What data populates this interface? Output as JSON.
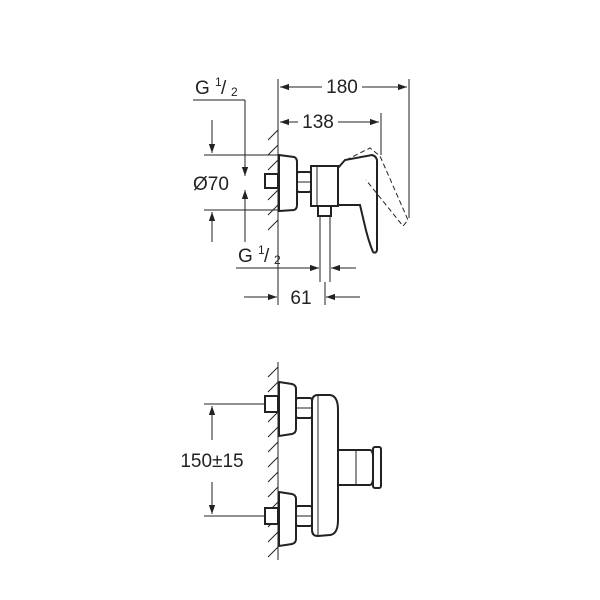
{
  "drawing": {
    "top_view": {
      "dim_overall": "180",
      "dim_body": "138",
      "dim_escutcheon": "Ø70",
      "dim_outlet": "61",
      "thread_top": {
        "base": "G",
        "num": "1",
        "den": "2"
      },
      "thread_bottom": {
        "base": "G",
        "num": "1",
        "den": "2"
      }
    },
    "front_view": {
      "dim_centres": "150±15"
    }
  }
}
